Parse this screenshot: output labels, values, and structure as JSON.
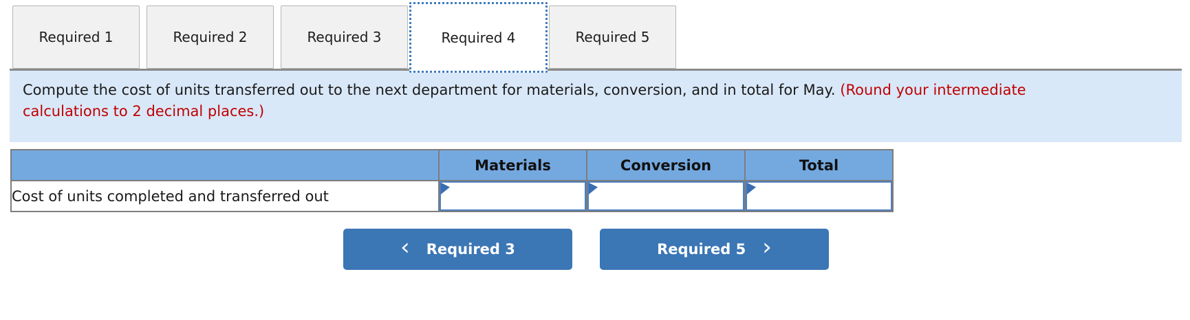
{
  "tabs": [
    {
      "label": "Required 1",
      "active": false
    },
    {
      "label": "Required 2",
      "active": false
    },
    {
      "label": "Required 3",
      "active": false
    },
    {
      "label": "Required 4",
      "active": true
    },
    {
      "label": "Required 5",
      "active": false
    }
  ],
  "instruction": {
    "main": "Compute the cost of units transferred out to the next department for materials, conversion, and in total for May.",
    "note": "(Round your intermediate calculations to 2 decimal places.)"
  },
  "table": {
    "columns": [
      "Materials",
      "Conversion",
      "Total"
    ],
    "rows": [
      {
        "label": "Cost of units completed and transferred out",
        "values": [
          "",
          "",
          ""
        ]
      }
    ]
  },
  "nav": {
    "prev": {
      "label": "Required 3"
    },
    "next": {
      "label": "Required 5"
    }
  },
  "icons": {
    "chevron_left": "‹",
    "chevron_right": "›",
    "entry_flag": "blue right-pointing flag (css triangle)"
  },
  "colors": {
    "table_header_blue": "#74a9e0",
    "banner_bg": "#d9e8f8",
    "note_red": "#c00000",
    "button_blue": "#3b76b5",
    "input_border_blue": "#4f7fbe",
    "flag_blue": "#3a6db3",
    "active_tab_outline": "#3e7bbf",
    "grid_gray": "#7d7d7d"
  }
}
